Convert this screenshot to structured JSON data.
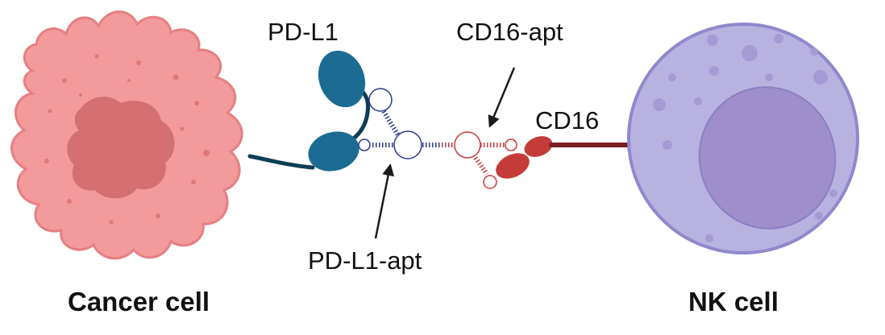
{
  "labels": {
    "pdl1": "PD-L1",
    "cd16_apt": "CD16-apt",
    "cd16": "CD16",
    "pdl1_apt": "PD-L1-apt",
    "cancer_cell": "Cancer cell",
    "nk_cell": "NK cell"
  },
  "colors": {
    "cancer_body": "#f29a9c",
    "cancer_outline": "#e57f83",
    "cancer_nucleus": "#d46f72",
    "cancer_dots": "#e0777b",
    "pdl1_protein": "#1b6b92",
    "pdl1_stalk": "#0f3d55",
    "pdl1_aptamer": "#2b3a8c",
    "cd16_aptamer": "#c9393c",
    "cd16_protein": "#c43b3a",
    "cd16_stalk": "#7a1e22",
    "nk_body": "#b8b2e0",
    "nk_outline": "#9088cc",
    "nk_nucleus": "#9e8fcc",
    "nk_dots": "#a49ad4",
    "arrow": "#1a1a1a"
  }
}
